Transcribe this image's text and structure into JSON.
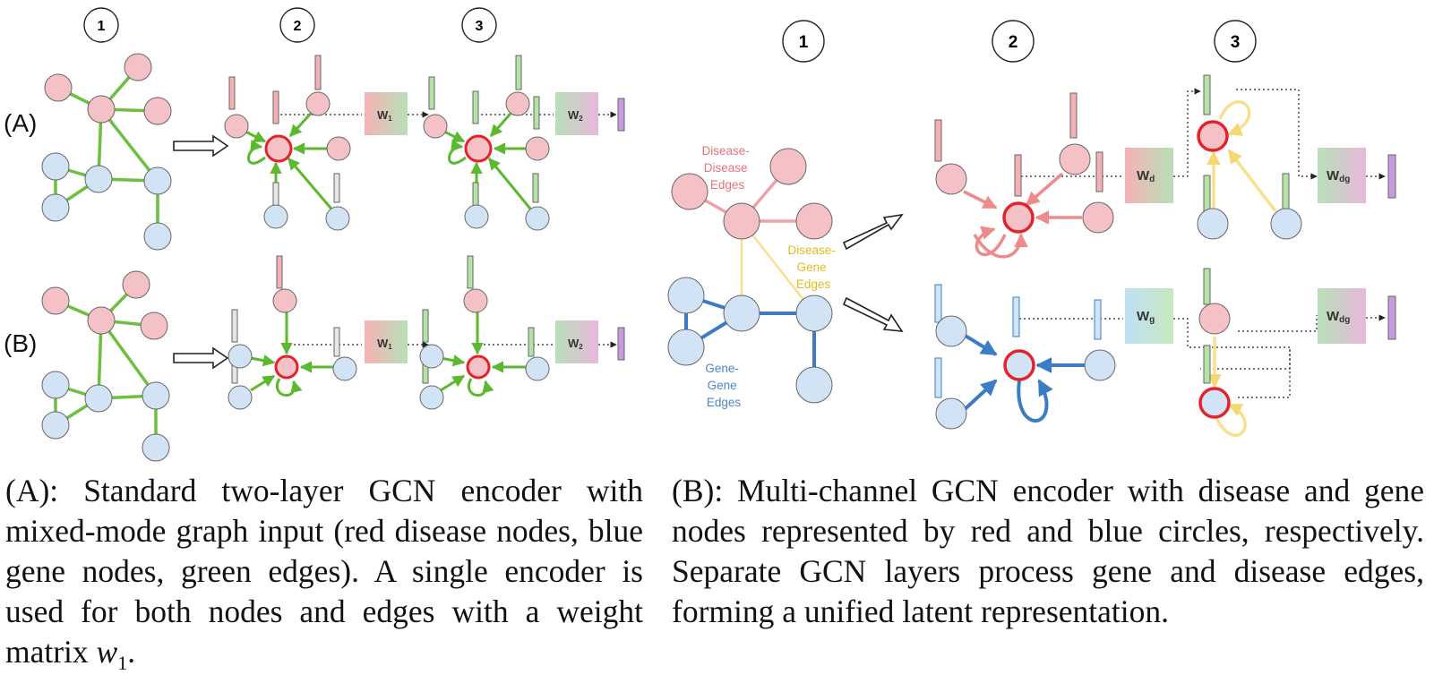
{
  "panel_a": {
    "steps": [
      "1",
      "2",
      "3"
    ],
    "row_labels": [
      "(A)",
      "(B)"
    ],
    "weights": [
      "W",
      "1",
      "W",
      "2"
    ]
  },
  "panel_b": {
    "steps": [
      "1",
      "2",
      "3"
    ],
    "edge_labels": {
      "disease_disease": [
        "Disease-",
        "Disease",
        "Edges"
      ],
      "disease_gene": [
        "Disease-",
        "Gene",
        "Edges"
      ],
      "gene_gene": [
        "Gene-",
        "Gene",
        "Edges"
      ]
    },
    "weights": {
      "wd": [
        "W",
        "d"
      ],
      "wg": [
        "W",
        "g"
      ],
      "wdg": [
        "W",
        "dg"
      ]
    }
  },
  "captions": {
    "a_text": "(A): Standard two-layer GCN encoder with mixed-mode graph input (red disease nodes, blue gene nodes, green edges). A single encoder is used for both nodes and edges with a weight matrix ",
    "a_math_var": "w",
    "a_math_sub": "1",
    "a_end": ".",
    "b": "(B): Multi-channel GCN encoder with disease and gene nodes represented by red and blue circles, respectively. Separate GCN layers process gene and disease edges, forming a unified latent representation."
  },
  "colors": {
    "disease_node": "#f4c2c6",
    "gene_node": "#d2e3f5",
    "edge_green": "#6cbf3f",
    "edge_red": "#ef8a8a",
    "edge_blue": "#3b7cc4",
    "edge_yellow": "#f8e08e",
    "target_ring": "#e3232c",
    "label_red": "#e8707a",
    "label_yellow": "#e6b820",
    "label_blue": "#4f86c6",
    "latent_purple": "#c69be0"
  }
}
